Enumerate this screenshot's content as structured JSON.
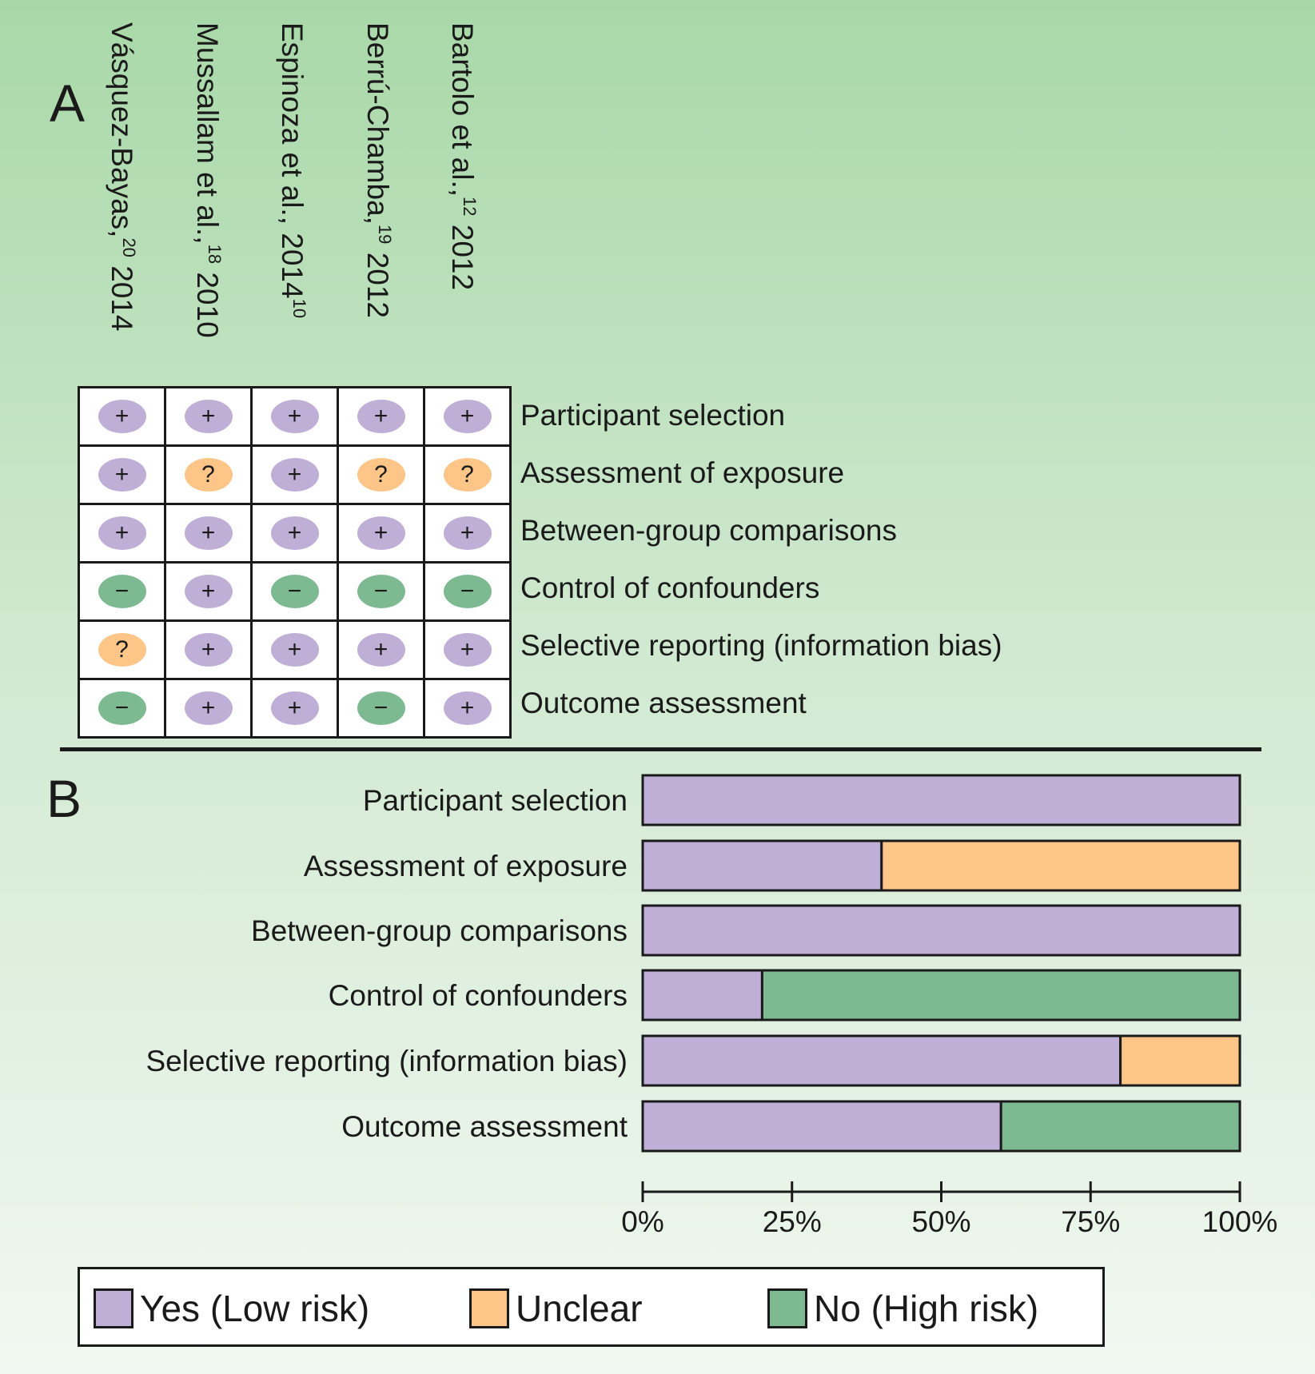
{
  "panel_a_letter": "A",
  "panel_b_letter": "B",
  "colors": {
    "yes": "#bfaed6",
    "unclear": "#fdc587",
    "no": "#7dba91"
  },
  "symbols": {
    "yes": "+",
    "unclear": "?",
    "no": "−"
  },
  "studies": [
    {
      "name": "Vásquez-Bayas,",
      "ref": "20",
      "year": " 2014"
    },
    {
      "name": "Mussallam et al.,",
      "ref": "18",
      "year": " 2010"
    },
    {
      "name": "Espinoza et al., 2014",
      "ref": "10",
      "year": ""
    },
    {
      "name": "Berrú-Chamba,",
      "ref": "19",
      "year": " 2012"
    },
    {
      "name": "Bartolo et al.,",
      "ref": "12",
      "year": " 2012"
    }
  ],
  "domains": [
    "Participant selection",
    "Assessment of exposure",
    "Between-group comparisons",
    "Control of confounders",
    "Selective reporting (information bias)",
    "Outcome assessment"
  ],
  "chart_data": [
    {
      "type": "table",
      "columns": [
        "Vásquez-Bayas, 2014",
        "Mussallam et al., 2010",
        "Espinoza et al., 2014",
        "Berrú-Chamba, 2012",
        "Bartolo et al., 2012"
      ],
      "rows": [
        "Participant selection",
        "Assessment of exposure",
        "Between-group comparisons",
        "Control of confounders",
        "Selective reporting (information bias)",
        "Outcome assessment"
      ],
      "values": [
        [
          "yes",
          "yes",
          "yes",
          "yes",
          "yes"
        ],
        [
          "yes",
          "unclear",
          "yes",
          "unclear",
          "unclear"
        ],
        [
          "yes",
          "yes",
          "yes",
          "yes",
          "yes"
        ],
        [
          "no",
          "yes",
          "no",
          "no",
          "no"
        ],
        [
          "unclear",
          "yes",
          "yes",
          "yes",
          "yes"
        ],
        [
          "no",
          "yes",
          "yes",
          "no",
          "yes"
        ]
      ]
    },
    {
      "type": "bar",
      "stacked": true,
      "orientation": "horizontal",
      "categories": [
        "Participant selection",
        "Assessment of exposure",
        "Between-group comparisons",
        "Control of confounders",
        "Selective reporting (information bias)",
        "Outcome assessment"
      ],
      "series": [
        {
          "name": "Yes (Low risk)",
          "key": "yes",
          "values": [
            100,
            40,
            100,
            20,
            80,
            60
          ]
        },
        {
          "name": "Unclear",
          "key": "unclear",
          "values": [
            0,
            60,
            0,
            0,
            20,
            0
          ]
        },
        {
          "name": "No (High risk)",
          "key": "no",
          "values": [
            0,
            0,
            0,
            80,
            0,
            40
          ]
        }
      ],
      "xlim": [
        0,
        100
      ],
      "xticks": [
        "0%",
        "25%",
        "50%",
        "75%",
        "100%"
      ],
      "legend_position": "bottom"
    }
  ],
  "legend": [
    {
      "label": "Yes (Low risk)",
      "key": "yes"
    },
    {
      "label": "Unclear",
      "key": "unclear"
    },
    {
      "label": "No (High risk)",
      "key": "no"
    }
  ]
}
